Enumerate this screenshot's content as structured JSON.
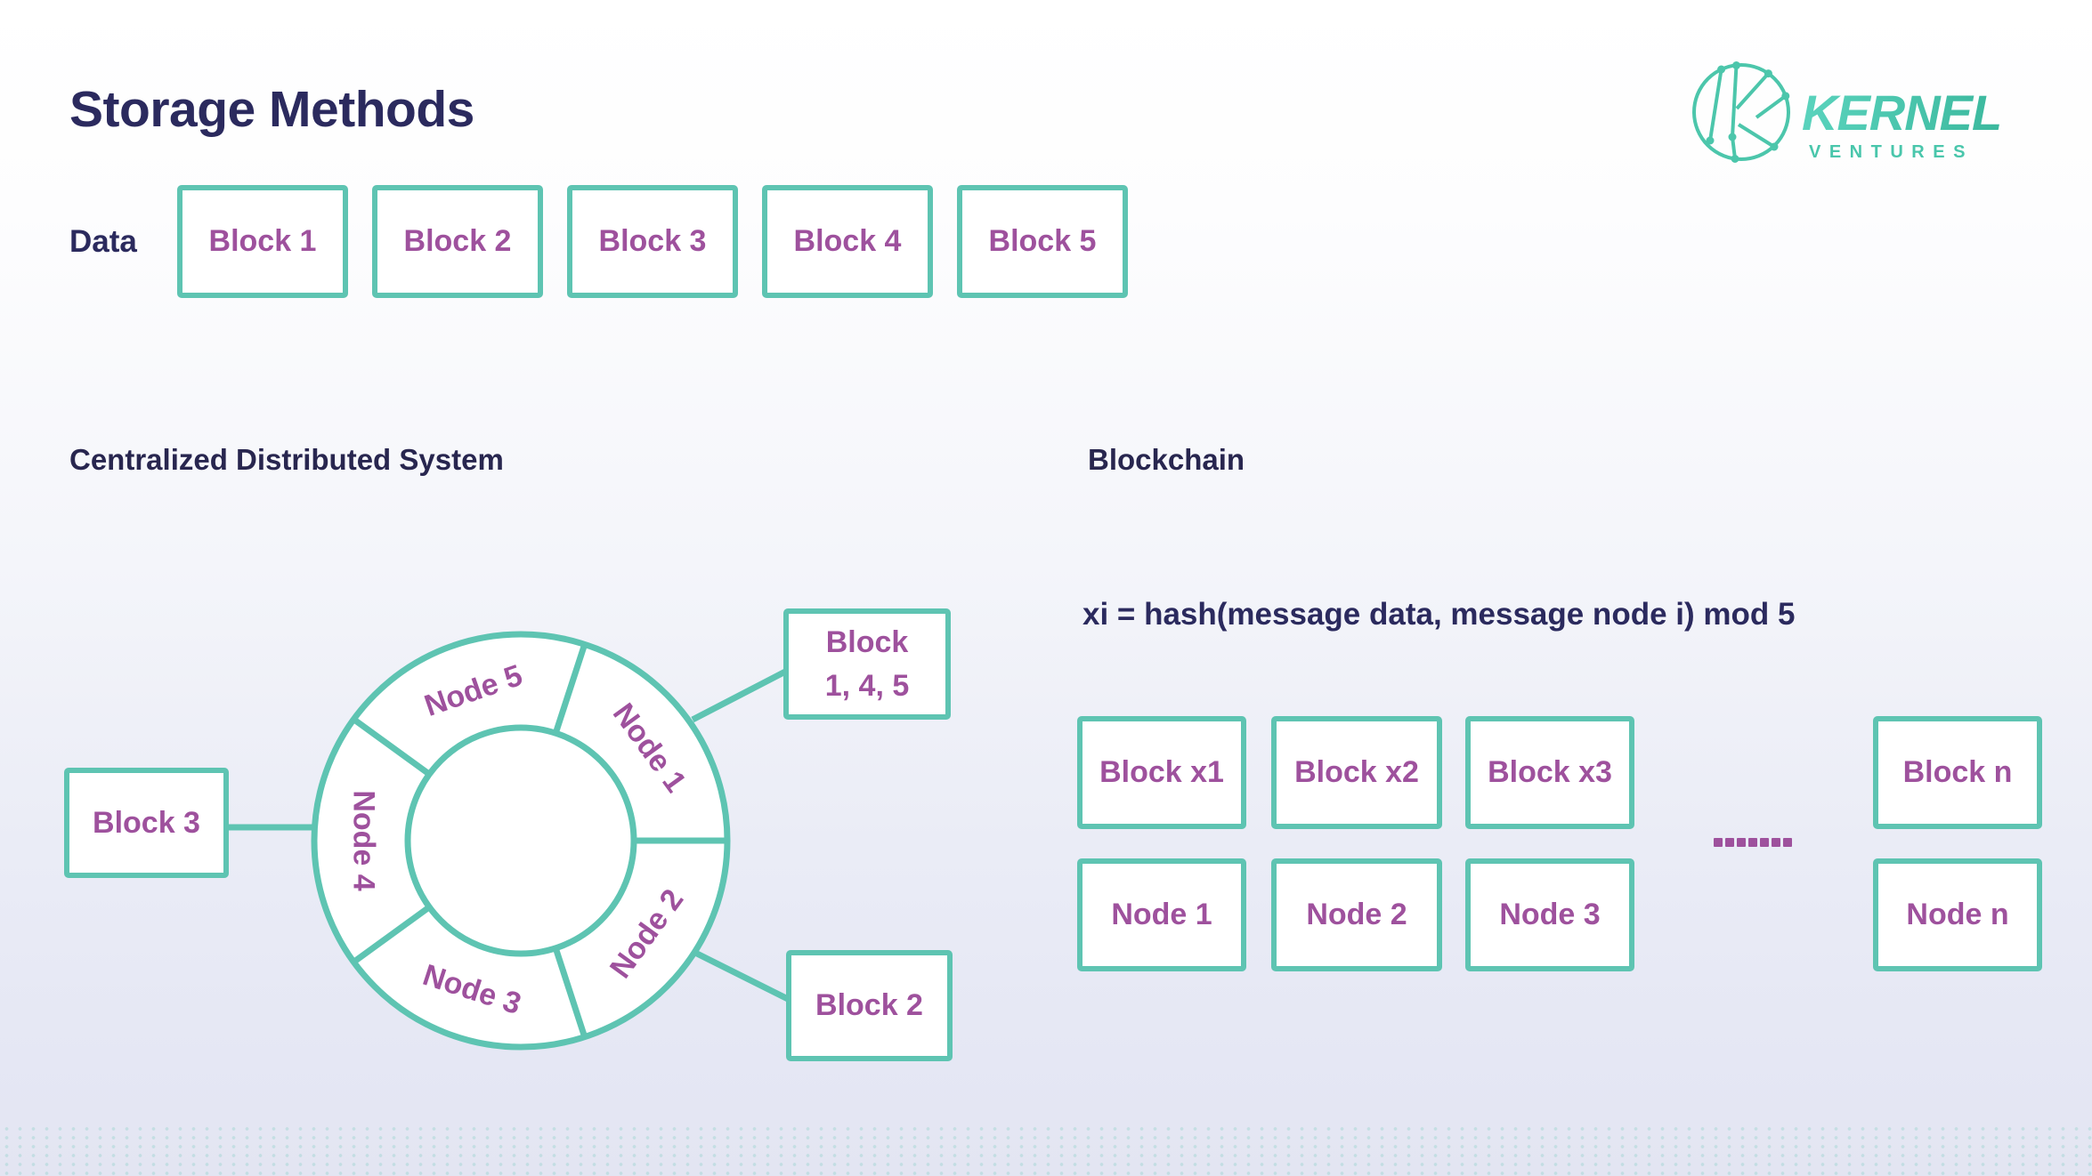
{
  "title": "Storage Methods",
  "logo": {
    "brand": "KERNEL",
    "subbrand": "VENTURES"
  },
  "colors": {
    "teal": "#5ec4b2",
    "purple": "#9e519d",
    "navy": "#2b2a5e",
    "logo_teal_light": "#5ad3bd",
    "logo_teal_dark": "#3bb89d",
    "background_bottom": "#e3e5f2"
  },
  "data_row": {
    "label": "Data",
    "blocks": [
      "Block 1",
      "Block 2",
      "Block 3",
      "Block 4",
      "Block 5"
    ]
  },
  "centralized": {
    "heading": "Centralized Distributed System",
    "ring_nodes": {
      "n1": "Node 1",
      "n2": "Node 2",
      "n3": "Node 3",
      "n4": "Node 4",
      "n5": "Node 5"
    },
    "block_145": {
      "line1": "Block",
      "line2": "1, 4, 5"
    },
    "block_3": "Block 3",
    "block_2": "Block 2"
  },
  "blockchain": {
    "heading": "Blockchain",
    "formula": "xi = hash(message data, message node i) mod 5",
    "blocks": [
      "Block x1",
      "Block x2",
      "Block x3"
    ],
    "block_n": "Block n",
    "nodes": [
      "Node 1",
      "Node 2",
      "Node 3"
    ],
    "node_n": "Node n",
    "ellipsis_count": 7
  }
}
